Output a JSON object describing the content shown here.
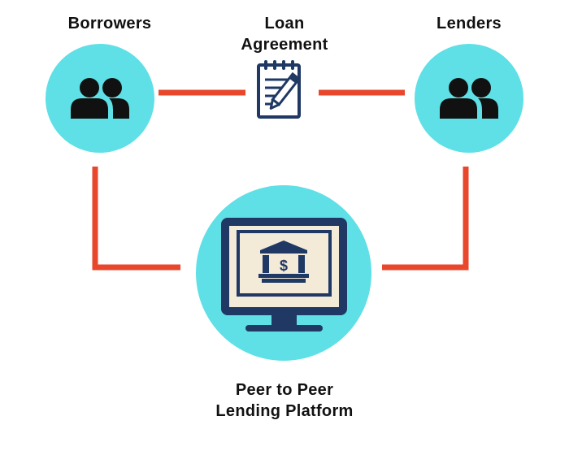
{
  "nodes": {
    "borrowers": {
      "label": "Borrowers"
    },
    "lenders": {
      "label": "Lenders"
    },
    "agreement": {
      "line1": "Loan",
      "line2": "Agreement"
    },
    "platform": {
      "line1": "Peer to Peer",
      "line2": "Lending Platform"
    }
  },
  "colors": {
    "circle_fill": "#5ee0e6",
    "connector": "#e8472c",
    "icon_dark": "#1f3864",
    "icon_black": "#111111",
    "screen_fill": "#f3ead7"
  },
  "icons": {
    "borrowers": "people-icon",
    "lenders": "people-icon",
    "agreement": "clipboard-pencil-icon",
    "platform": "monitor-bank-icon"
  }
}
